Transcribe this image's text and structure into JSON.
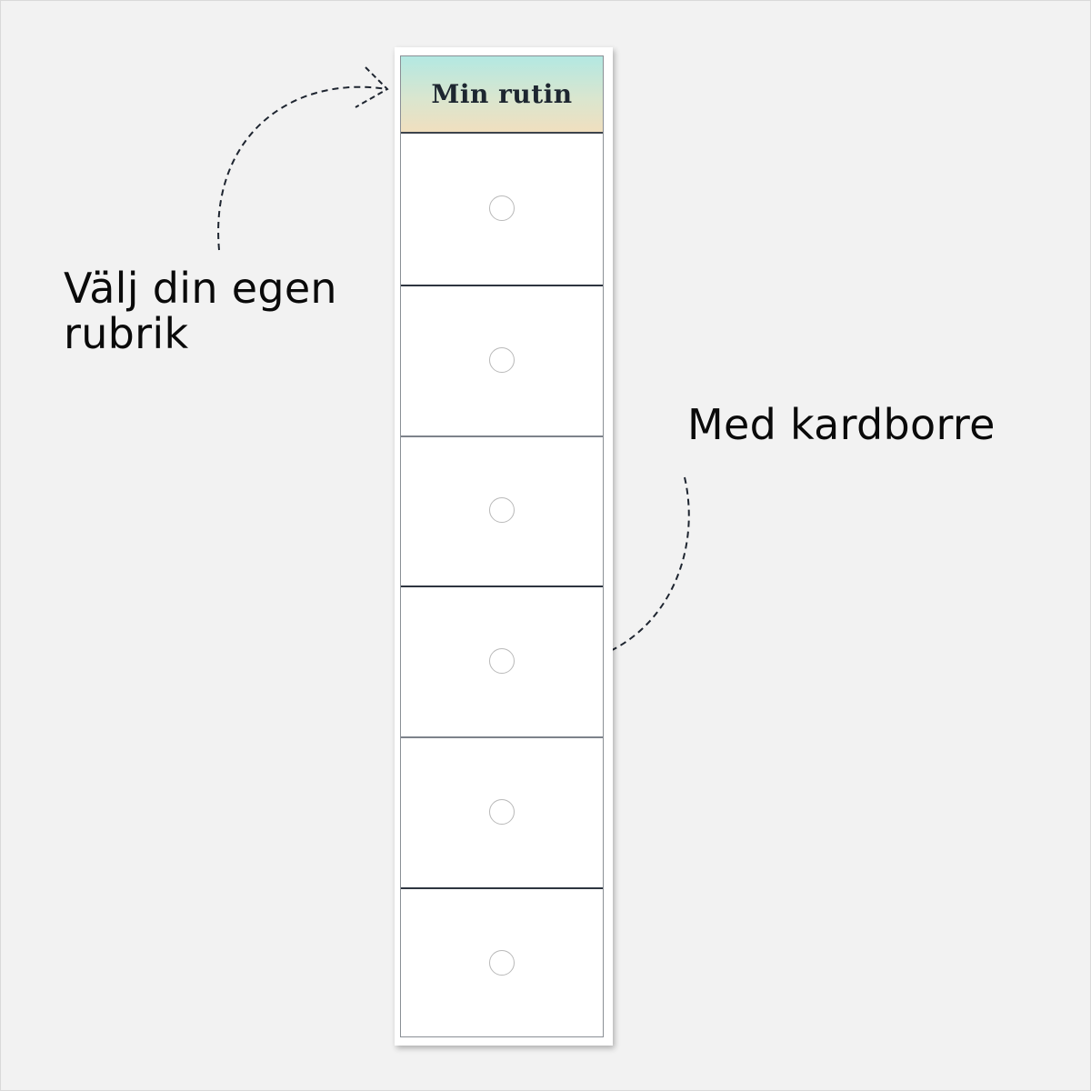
{
  "strip": {
    "title": "Min rutin",
    "slot_count": 6
  },
  "annotations": {
    "left_line1": "Välj din egen",
    "left_line2": "rubrik",
    "right": "Med kardborre"
  },
  "colors": {
    "background": "#f2f2f2",
    "header_gradient_top": "#b3e8e2",
    "header_gradient_bottom": "#f0dfbf",
    "title_text": "#1d2630",
    "divider": "#2e3540"
  }
}
